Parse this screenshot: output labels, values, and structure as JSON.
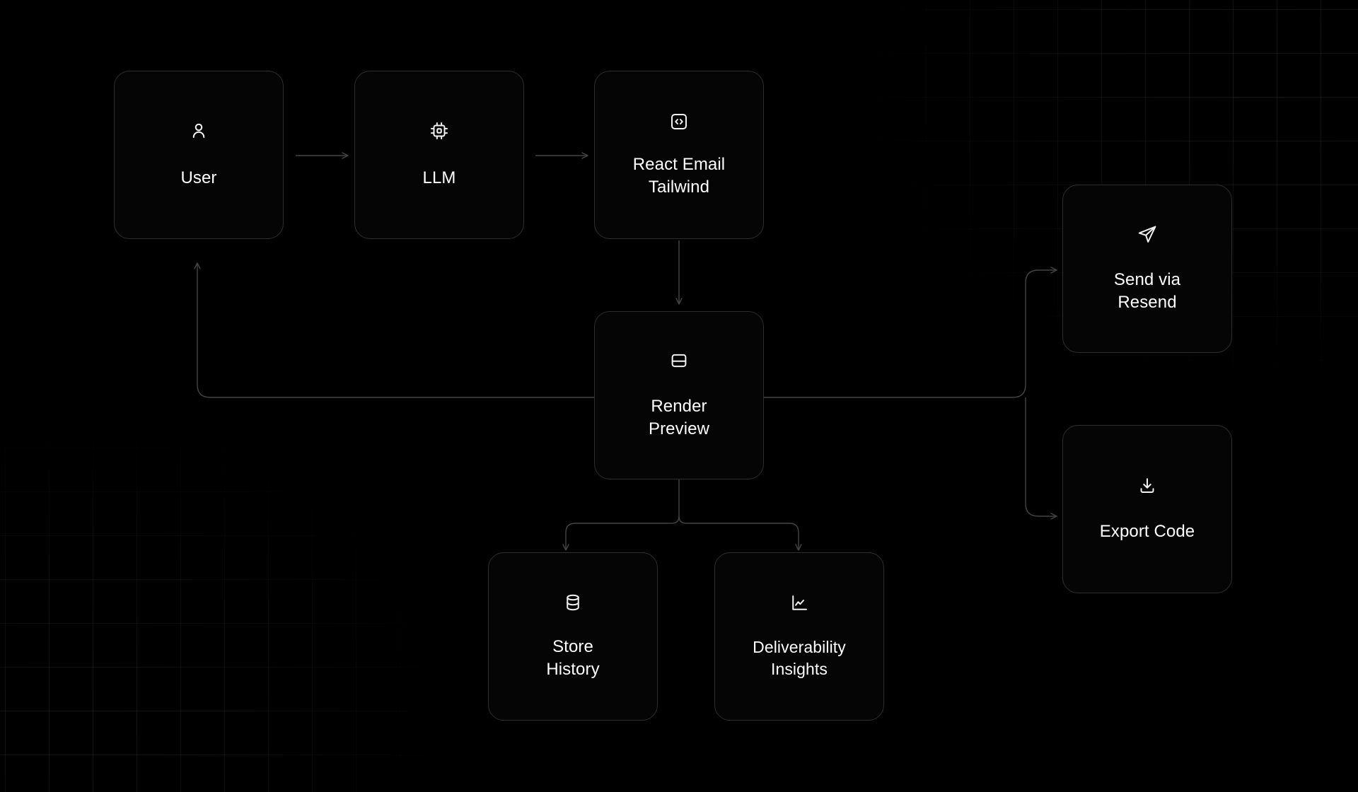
{
  "canvas": {
    "background_color": "#000000",
    "grid_line_color": "rgba(255,255,255,0.085)",
    "node_border_color": "#2e2e2e",
    "edge_color": "#3a3a3a",
    "label_color": "#ffffff",
    "icon_color": "#f2f2f2"
  },
  "diagram": {
    "type": "flowchart",
    "nodes": [
      {
        "id": "user",
        "label": "User",
        "icon": "user-icon"
      },
      {
        "id": "llm",
        "label": "LLM",
        "icon": "cpu-chip-icon"
      },
      {
        "id": "react_email",
        "label": "React Email\nTailwind",
        "icon": "code-brackets-icon"
      },
      {
        "id": "render_preview",
        "label": "Render\nPreview",
        "icon": "layout-panel-icon"
      },
      {
        "id": "send_resend",
        "label": "Send via\nResend",
        "icon": "send-paper-plane-icon"
      },
      {
        "id": "export_code",
        "label": "Export Code",
        "icon": "download-icon"
      },
      {
        "id": "store_history",
        "label": "Store\nHistory",
        "icon": "database-icon"
      },
      {
        "id": "deliverability",
        "label": "Deliverability\nInsights",
        "icon": "line-chart-icon"
      }
    ],
    "edges": [
      {
        "from": "user",
        "to": "llm",
        "style": "arrow-right"
      },
      {
        "from": "llm",
        "to": "react_email",
        "style": "arrow-right"
      },
      {
        "from": "react_email",
        "to": "render_preview",
        "style": "arrow-down"
      },
      {
        "from": "render_preview",
        "to": "user",
        "style": "feedback-loop-left-up"
      },
      {
        "from": "render_preview",
        "to": "send_resend",
        "style": "elbow-right-up"
      },
      {
        "from": "render_preview",
        "to": "export_code",
        "style": "elbow-right-down"
      },
      {
        "from": "render_preview",
        "to": "store_history",
        "style": "split-down-left"
      },
      {
        "from": "render_preview",
        "to": "deliverability",
        "style": "split-down-right"
      }
    ]
  }
}
